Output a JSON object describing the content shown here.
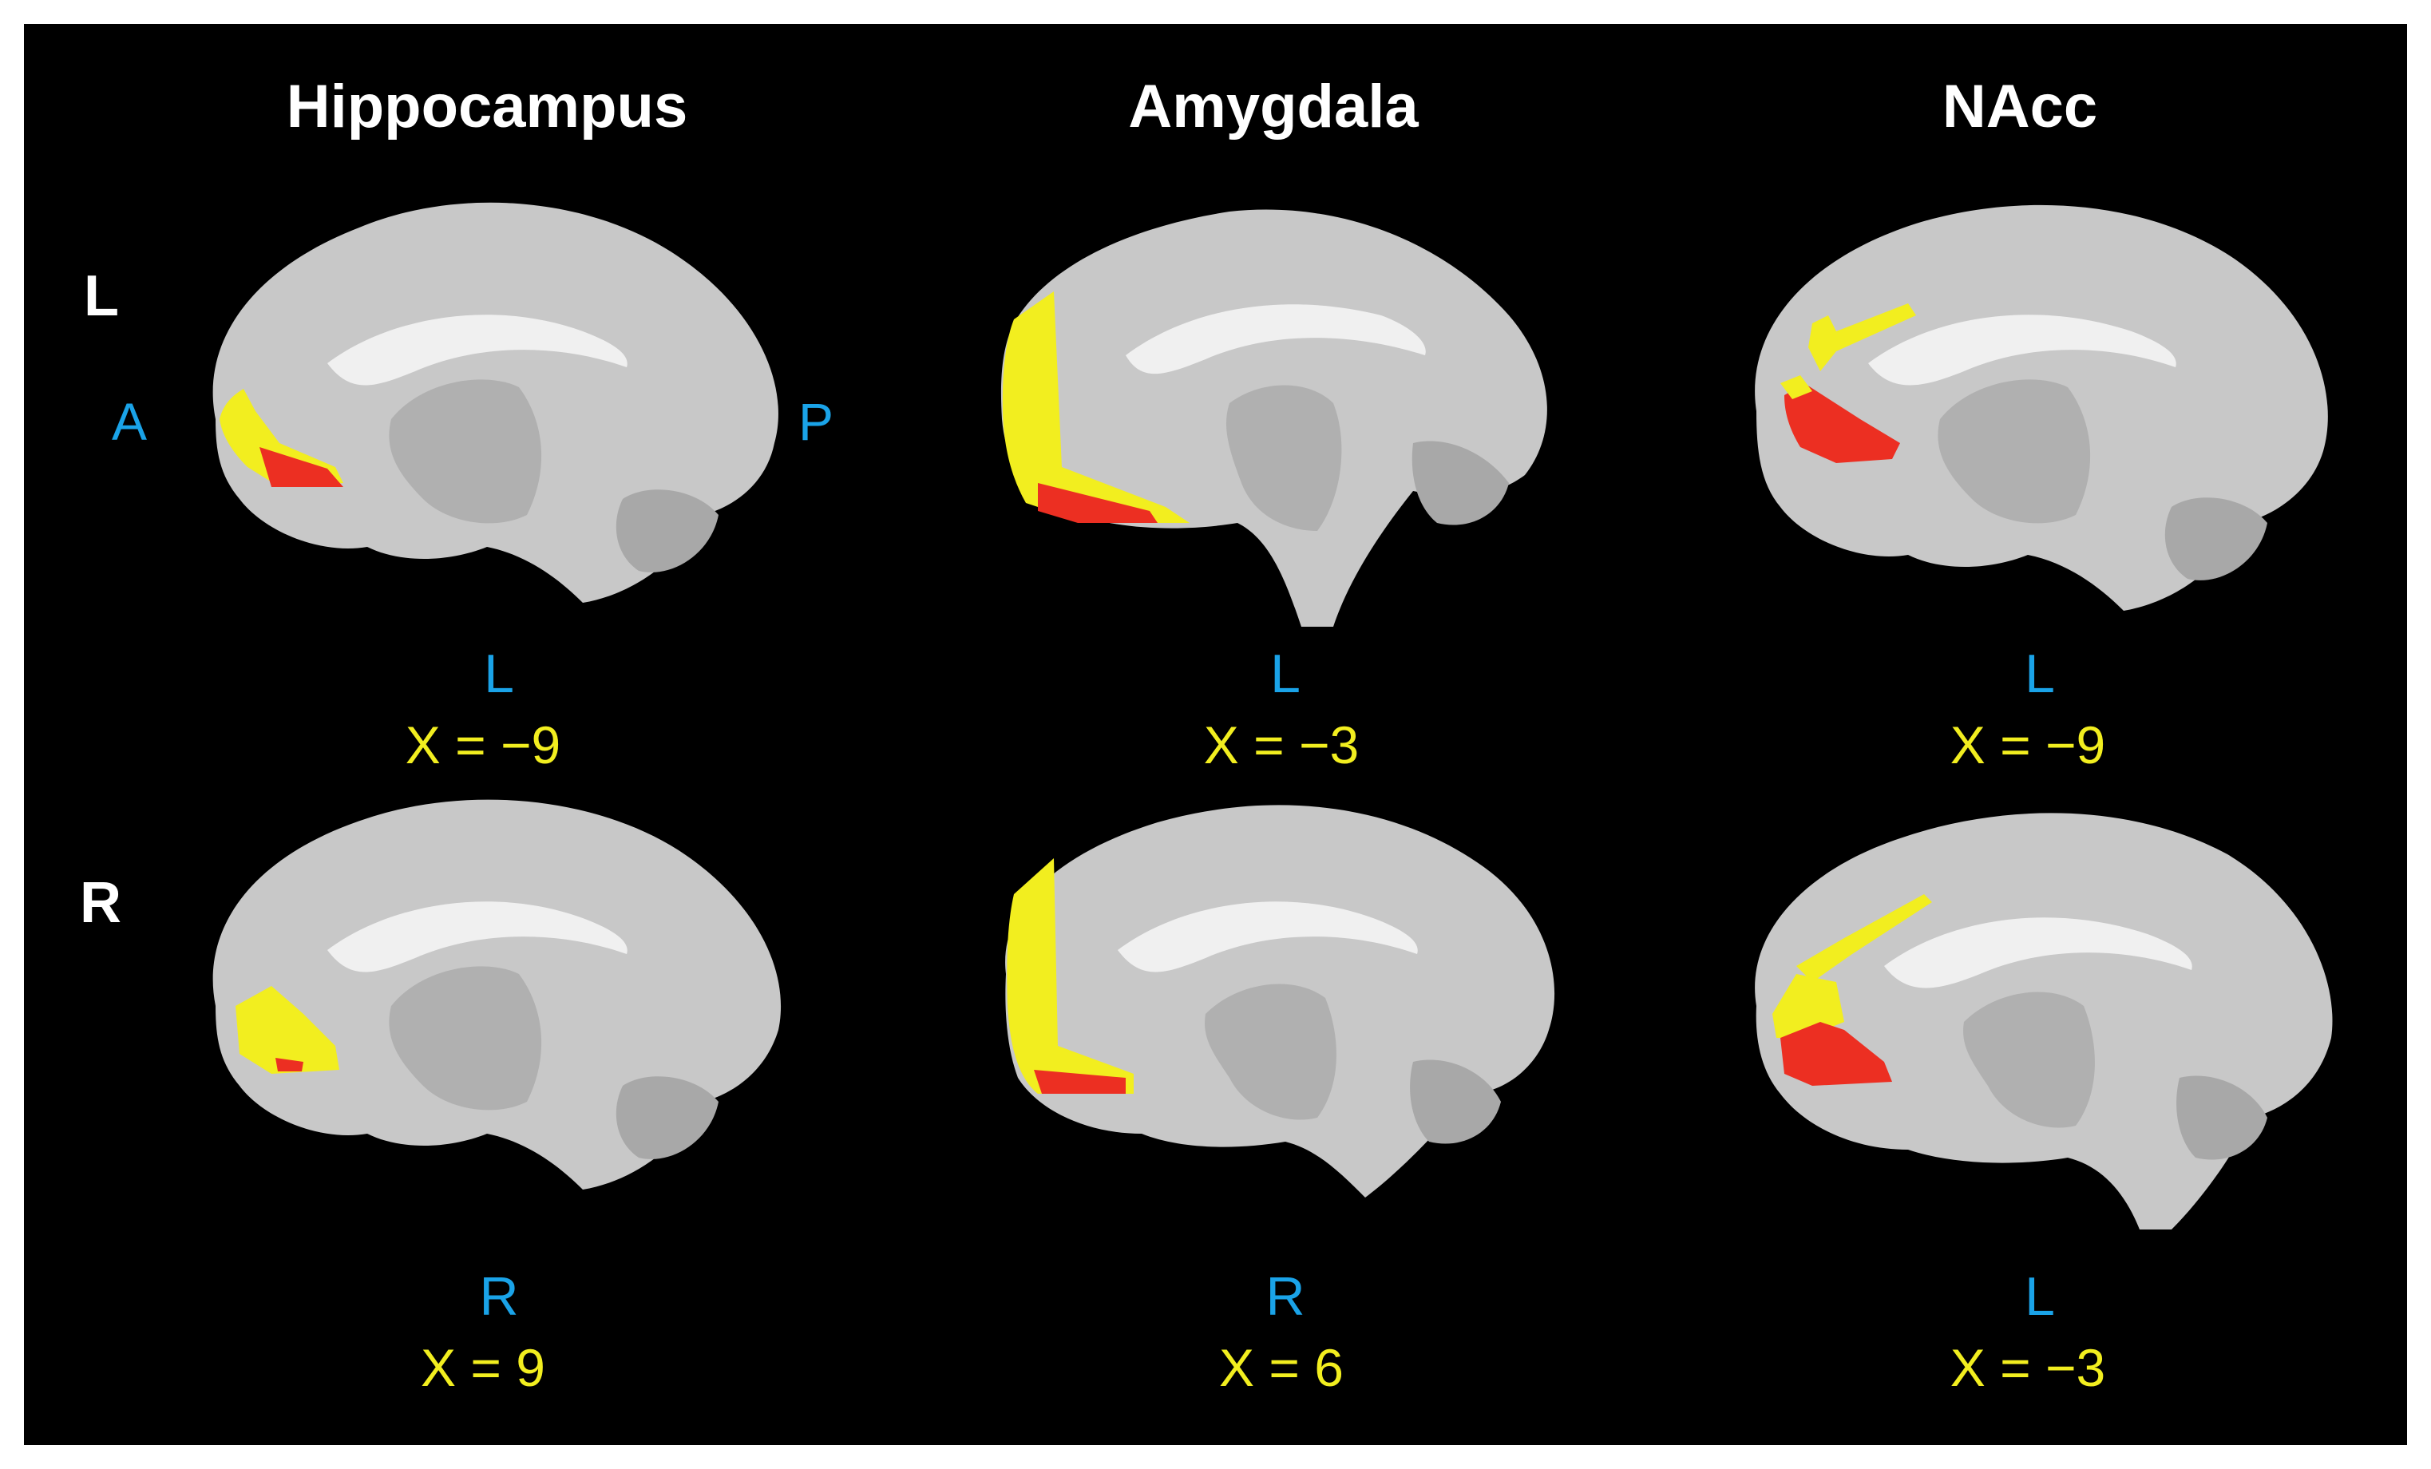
{
  "columns": [
    {
      "title": "Hippocampus"
    },
    {
      "title": "Amygdala"
    },
    {
      "title": "NAcc"
    }
  ],
  "rows": [
    {
      "label": "L"
    },
    {
      "label": "R"
    }
  ],
  "orientation": {
    "anterior": "A",
    "posterior": "P"
  },
  "panels": [
    {
      "hemisphere": "L",
      "coordinate": "X = −9"
    },
    {
      "hemisphere": "L",
      "coordinate": "X = −3"
    },
    {
      "hemisphere": "L",
      "coordinate": "X = −9"
    },
    {
      "hemisphere": "R",
      "coordinate": "X = 9"
    },
    {
      "hemisphere": "R",
      "coordinate": "X = 6"
    },
    {
      "hemisphere": "L",
      "coordinate": "X = −3"
    }
  ],
  "colors": {
    "background": "#000000",
    "brain": "#c8c8c8",
    "overlay_yellow": "#f2ee1f",
    "overlay_red": "#ec2f22",
    "label_blue": "#1aa3e8"
  }
}
